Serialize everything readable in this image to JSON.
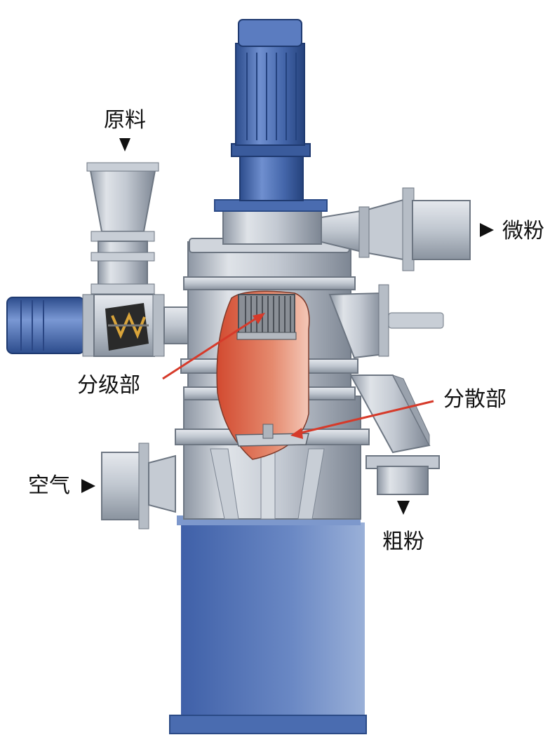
{
  "labels": {
    "raw_material": "原料",
    "fine_powder": "微粉",
    "classifying_section": "分级部",
    "dispersing_section": "分散部",
    "air": "空气",
    "coarse_powder": "粗粉"
  },
  "colors": {
    "steel_light": "#d9dde3",
    "steel_mid": "#b5bcc7",
    "steel_dark": "#7e8793",
    "motor_blue": "#3c5fa0",
    "base_blue": "#4a6cb0",
    "cutaway_red": "#d8543a",
    "arrow_red": "#d63a2a"
  }
}
